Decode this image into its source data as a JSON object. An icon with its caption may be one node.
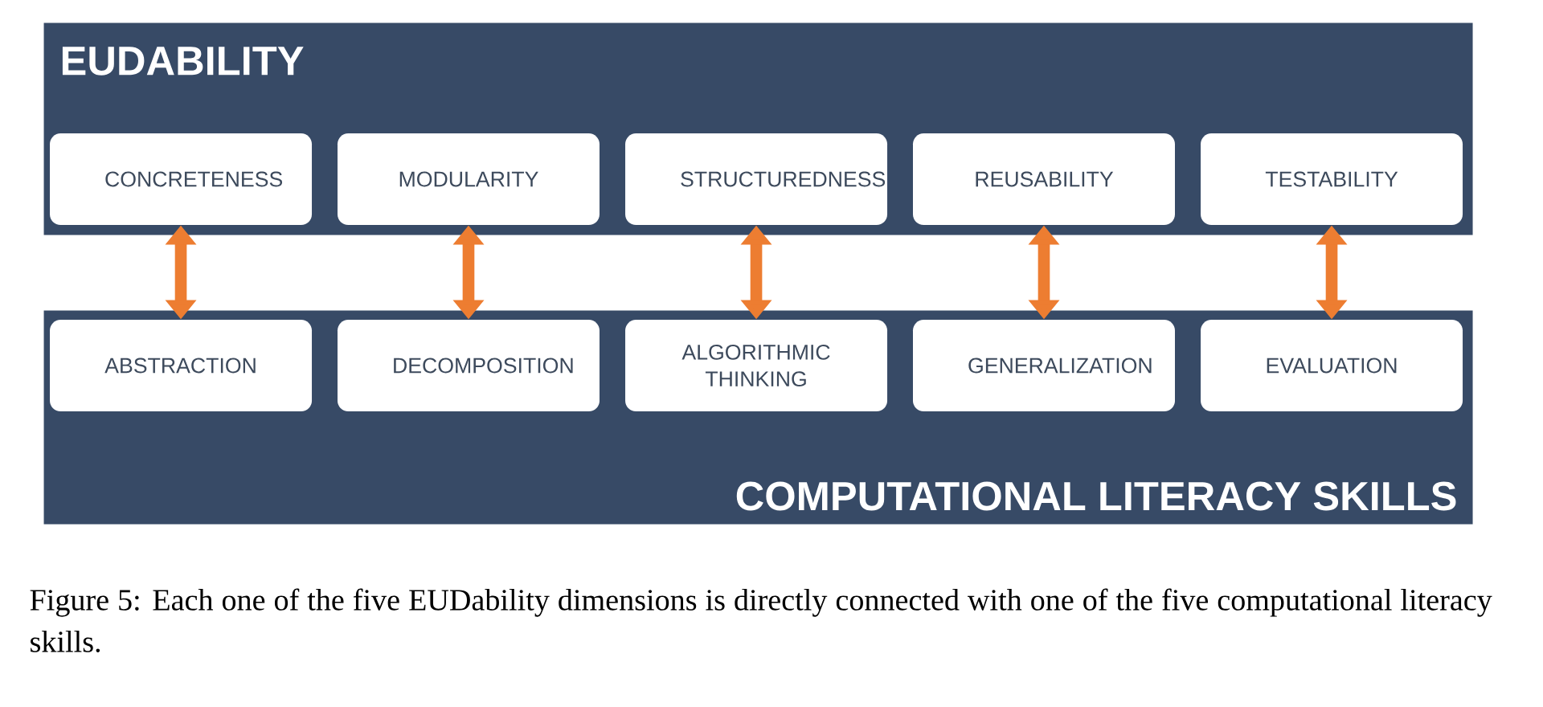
{
  "diagram": {
    "caption": "Figure 5: Each one of the five EUDability dimensions is directly connected with one of the five computational literacy skills.",
    "nodes": [
      {
        "text": [
          "EUDABILITY"
        ]
      },
      {
        "text": [
          "CONCRETENESS"
        ],
        "in": 0
      },
      {
        "text": [
          "MODULARITY"
        ],
        "in": 0
      },
      {
        "text": [
          "STRUCTUREDNESS"
        ],
        "in": 0
      },
      {
        "text": [
          "REUSABILITY"
        ],
        "in": 0
      },
      {
        "text": [
          "TESTABILITY"
        ],
        "in": 0
      },
      {
        "text": [
          "COMPUTATIONAL LITERACY SKILLS"
        ]
      },
      {
        "text": [
          "ABSTRACTION"
        ],
        "in": 6
      },
      {
        "text": [
          "DECOMPOSITION"
        ],
        "in": 6
      },
      {
        "text": [
          "ALGORITHMIC THINKING"
        ],
        "in": 6
      },
      {
        "text": [
          "GENERALIZATION"
        ],
        "in": 6
      },
      {
        "text": [
          "EVALUATION"
        ],
        "in": 6
      }
    ],
    "edges": [
      {
        "from": 1,
        "to": 7,
        "arrow": "both"
      },
      {
        "from": 2,
        "to": 8,
        "arrow": "both"
      },
      {
        "from": 3,
        "to": 9,
        "arrow": "both"
      },
      {
        "from": 4,
        "to": 10,
        "arrow": "both"
      },
      {
        "from": 5,
        "to": 11,
        "arrow": "both"
      }
    ]
  }
}
